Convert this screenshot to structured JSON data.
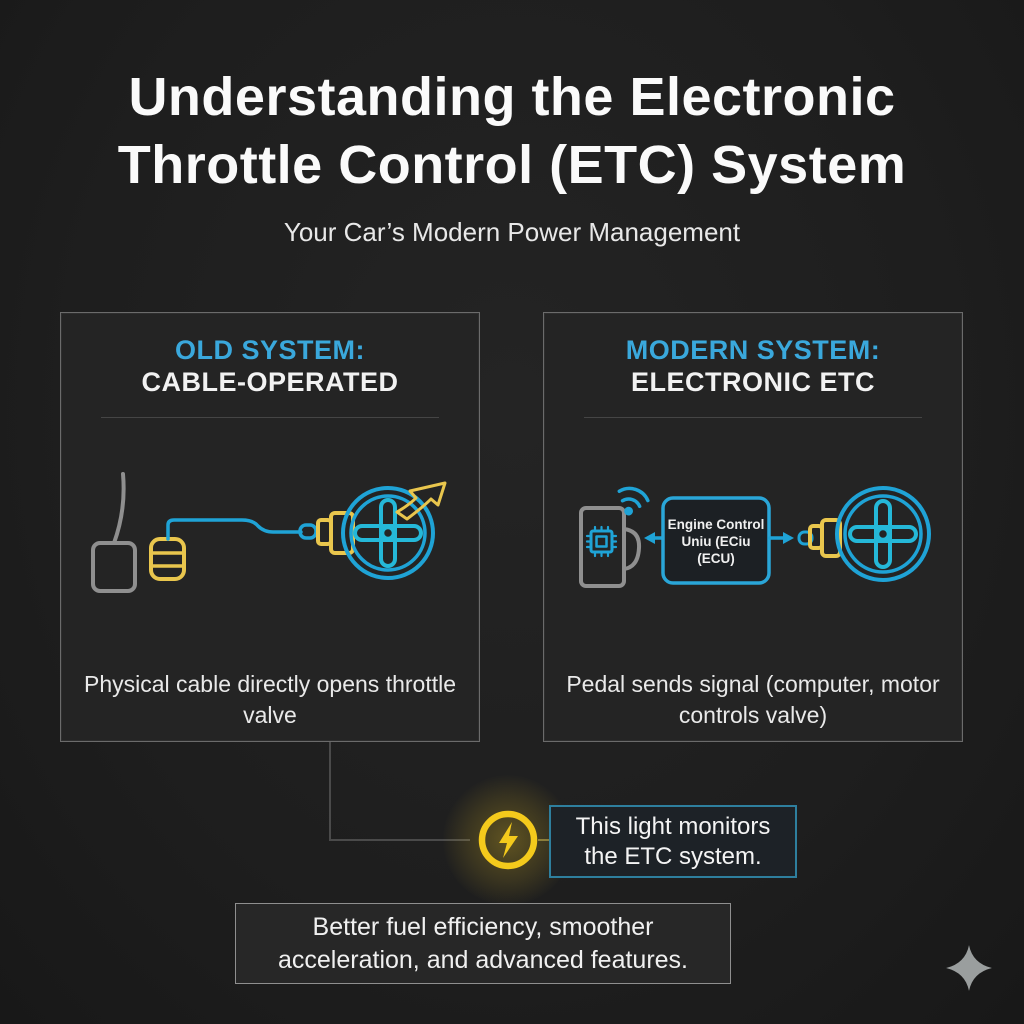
{
  "header": {
    "title_lines": [
      "Understanding the Electronic",
      "Throttle Control (ETC) System"
    ],
    "subtitle": "Your Car’s Modern Power Management"
  },
  "panels": {
    "old": {
      "heading": "OLD SYSTEM:",
      "subheading": "CABLE-OPERATED",
      "caption": "Physical cable directly opens throttle valve",
      "icons": [
        "brake-pedal-icon",
        "accelerator-pedal-icon",
        "throttle-cable-line",
        "cable-connector-icon",
        "throttle-body-valve-icon",
        "valve-open-arrow-icon"
      ]
    },
    "modern": {
      "heading": "MODERN SYSTEM:",
      "subheading": "ELECTRONIC ETC",
      "ecu_lines": [
        "Engine Control",
        "Uniu (ECiu",
        "(ECU)"
      ],
      "caption": "Pedal sends signal (computer, motor controls valve)",
      "icons": [
        "pedal-position-sensor-icon",
        "chip-icon",
        "wireless-signal-icon",
        "signal-arrow-left-icon",
        "ecu-box",
        "signal-arrow-right-icon",
        "motor-connector-icon",
        "throttle-body-valve-icon"
      ]
    }
  },
  "warning": {
    "icon": "lightning-bolt-warning-light",
    "callout_lines": [
      "This light monitors",
      "the ETC system."
    ]
  },
  "benefits": {
    "text": "Better fuel efficiency, smoother acceleration, and advanced features."
  },
  "footer_icon": "four-point-sparkle",
  "colors": {
    "background": "#1e1e1e",
    "accent_blue": "#3aa8dc",
    "diagram_blue": "#1fa3d6",
    "diagram_yellow": "#e9c64d",
    "warning_yellow": "#f4ca1c",
    "pedal_gray": "#8f8f8f",
    "callout_border": "#2e7f9e"
  }
}
